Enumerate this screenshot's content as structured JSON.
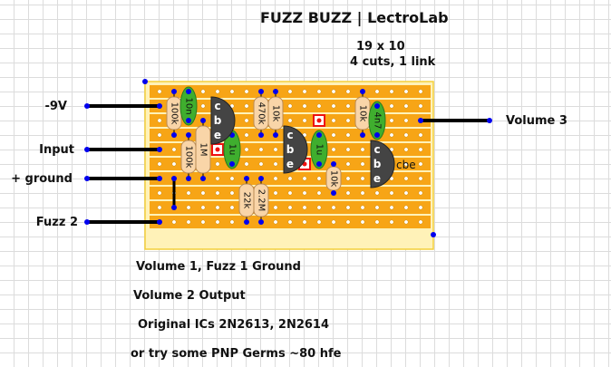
{
  "title": "FUZZ BUZZ | LectroLab",
  "board_size": "19 x 10",
  "board_info": "4 cuts, 1 link",
  "grid": {
    "cols": 19,
    "rows": 10
  },
  "colors": {
    "strip": "#f7a516",
    "board": "#fff2b8",
    "board_border": "#f3cf3a",
    "hole": "#ffffff",
    "pin": "#0000ee",
    "resistor": "#f9d5a8",
    "capacitor": "#3fae2e",
    "transistor": "#444444",
    "cut": "#ee1111",
    "wire": "#000000"
  },
  "offboard_wires": [
    {
      "label": "-9V",
      "row": 1,
      "side": "left"
    },
    {
      "label": "Input",
      "row": 4,
      "side": "left"
    },
    {
      "label": "+ ground",
      "row": 6,
      "side": "left"
    },
    {
      "label": "Fuzz 2",
      "row": 9,
      "side": "left"
    },
    {
      "label": "Volume 3",
      "row": 2,
      "side": "right",
      "col": 18
    }
  ],
  "links": [
    {
      "col": 1,
      "from_row": 6,
      "to_row": 8
    }
  ],
  "cuts": [
    {
      "col": 4,
      "row": 4
    },
    {
      "col": 11,
      "row": 2
    },
    {
      "col": 10,
      "row": 5
    }
  ],
  "resistors": [
    {
      "value": "100k",
      "col": 1,
      "from_row": 0,
      "to_row": 3
    },
    {
      "value": "100k",
      "col": 2,
      "from_row": 3,
      "to_row": 6
    },
    {
      "value": "1M",
      "col": 3,
      "from_row": 2,
      "to_row": 6
    },
    {
      "value": "470k",
      "col": 7,
      "from_row": 0,
      "to_row": 3
    },
    {
      "value": "10k",
      "col": 8,
      "from_row": 0,
      "to_row": 3
    },
    {
      "value": "22k",
      "col": 6,
      "from_row": 6,
      "to_row": 9
    },
    {
      "value": "2.2M",
      "col": 7,
      "from_row": 6,
      "to_row": 9
    },
    {
      "value": "10k",
      "col": 12,
      "from_row": 5,
      "to_row": 7
    },
    {
      "value": "10k",
      "col": 14,
      "from_row": 0,
      "to_row": 3
    }
  ],
  "capacitors": [
    {
      "value": "10n",
      "col": 2,
      "from_row": 0,
      "to_row": 2
    },
    {
      "value": "1u",
      "col": 5,
      "from_row": 3,
      "to_row": 5
    },
    {
      "value": "1u",
      "col": 11,
      "from_row": 3,
      "to_row": 5
    },
    {
      "value": "4n7",
      "col": 15,
      "from_row": 1,
      "to_row": 3
    }
  ],
  "transistors": [
    {
      "col": 4,
      "row_c": 1,
      "pins": [
        "c",
        "b",
        "e"
      ],
      "note": ""
    },
    {
      "col": 9,
      "row_c": 3,
      "pins": [
        "c",
        "b",
        "e"
      ],
      "note": ""
    },
    {
      "col": 15,
      "row_c": 4,
      "pins": [
        "c",
        "b",
        "e"
      ],
      "note": "cbe"
    }
  ],
  "notes": [
    "Volume 1, Fuzz 1  Ground",
    "Volume 2 Output",
    "Original ICs 2N2613, 2N2614",
    "or try some PNP Germs ~80 hfe"
  ]
}
